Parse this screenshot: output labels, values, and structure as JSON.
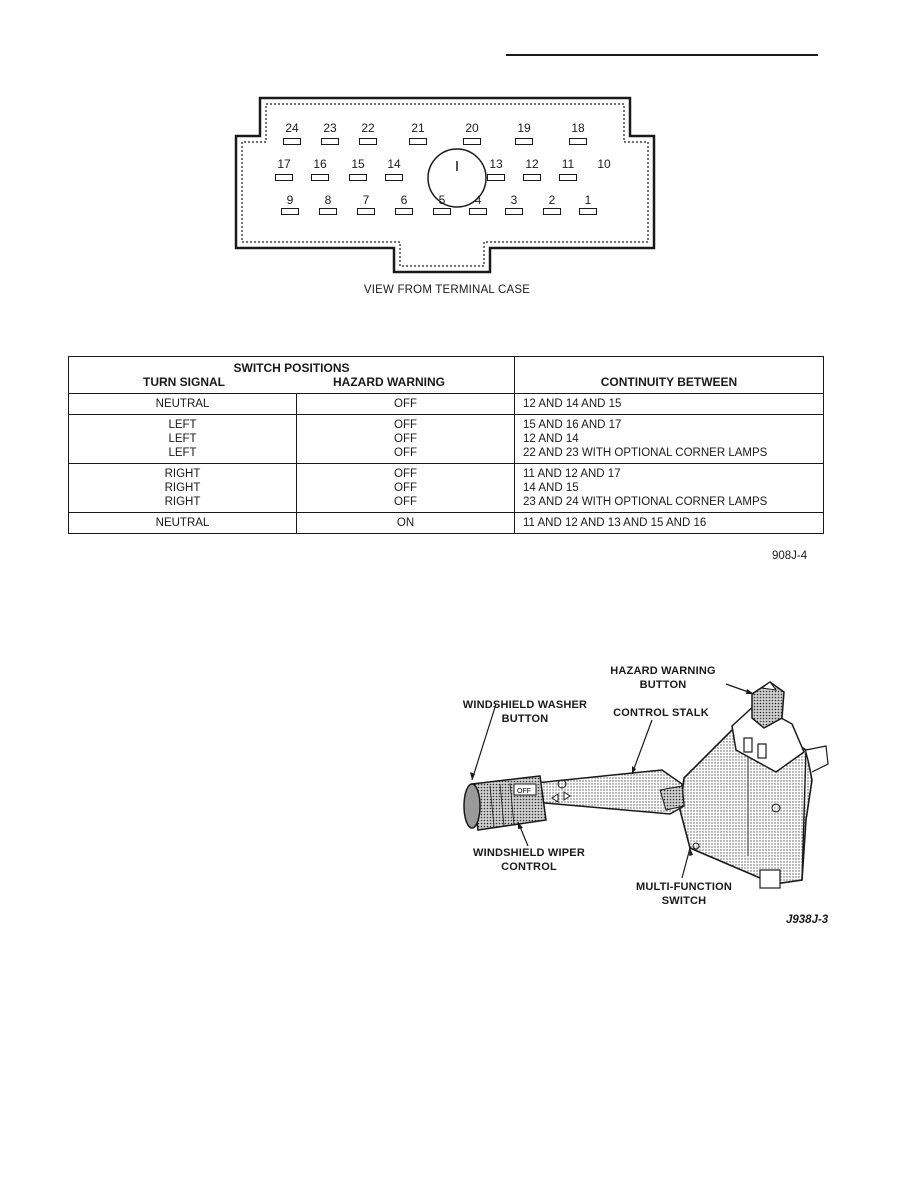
{
  "connector": {
    "pins_top": [
      "24",
      "23",
      "22",
      "21",
      "20",
      "19",
      "18"
    ],
    "pins_middle": [
      "17",
      "16",
      "15",
      "14",
      "13",
      "12",
      "11",
      "10"
    ],
    "pins_bottom": [
      "9",
      "8",
      "7",
      "6",
      "5",
      "4",
      "3",
      "2",
      "1"
    ],
    "caption": "VIEW FROM TERMINAL CASE"
  },
  "table": {
    "title": "SWITCH POSITIONS",
    "col_turn": "TURN SIGNAL",
    "col_hazard": "HAZARD WARNING",
    "col_continuity": "CONTINUITY BETWEEN",
    "groups": [
      {
        "turn": [
          "NEUTRAL"
        ],
        "hazard": [
          "OFF"
        ],
        "continuity": [
          "12 AND 14 AND 15"
        ]
      },
      {
        "turn": [
          "LEFT",
          "LEFT",
          "LEFT"
        ],
        "hazard": [
          "OFF",
          "OFF",
          "OFF"
        ],
        "continuity": [
          "15 AND 16 AND 17",
          "12 AND 14",
          "22 AND 23 WITH OPTIONAL CORNER LAMPS"
        ]
      },
      {
        "turn": [
          "RIGHT",
          "RIGHT",
          "RIGHT"
        ],
        "hazard": [
          "OFF",
          "OFF",
          "OFF"
        ],
        "continuity": [
          "11 AND 12 AND 17",
          "14 AND 15",
          "23 AND 24 WITH OPTIONAL CORNER LAMPS"
        ]
      },
      {
        "turn": [
          "NEUTRAL"
        ],
        "hazard": [
          "ON"
        ],
        "continuity": [
          "11 AND 12 AND 13 AND 15 AND 16"
        ]
      }
    ],
    "figure_id": "908J-4"
  },
  "illustration": {
    "labels": {
      "hazard_button": [
        "HAZARD WARNING",
        "BUTTON"
      ],
      "washer_button": [
        "WINDSHIELD WASHER",
        "BUTTON"
      ],
      "control_stalk": [
        "CONTROL STALK"
      ],
      "wiper_control": [
        "WINDSHIELD WIPER",
        "CONTROL"
      ],
      "multi_function": [
        "MULTI-FUNCTION",
        "SWITCH"
      ]
    },
    "knob_text": "OFF",
    "figure_id": "J938J-3"
  }
}
